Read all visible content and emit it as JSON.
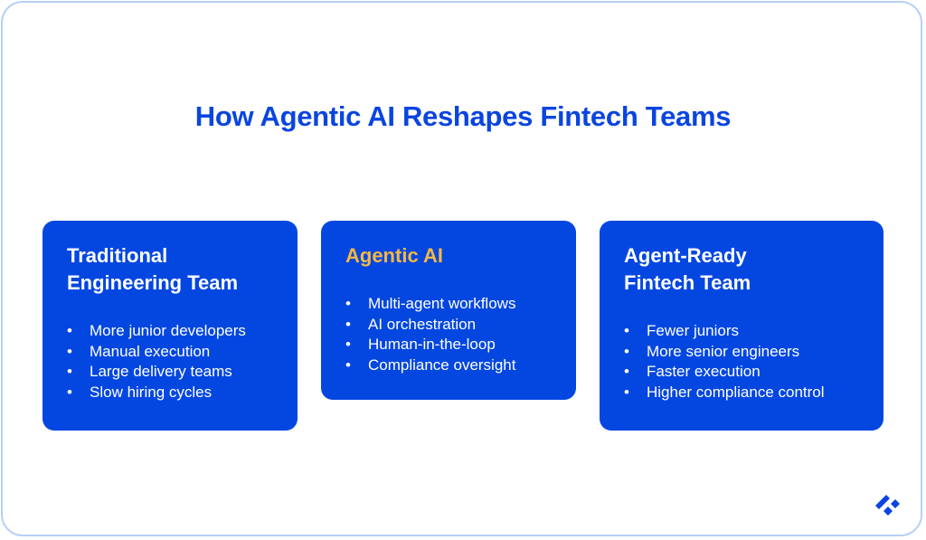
{
  "title": "How Agentic AI Reshapes Fintech Teams",
  "colors": {
    "title": "#0a45e0",
    "card_background": "#0447e0",
    "card_text": "#ffffff",
    "accent_heading": "#f6b744",
    "frame_border": "#b7d0f5"
  },
  "cards": [
    {
      "heading": "Traditional\nEngineering Team",
      "items": [
        "More junior developers",
        "Manual execution",
        "Large delivery teams",
        "Slow hiring cycles"
      ]
    },
    {
      "heading": "Agentic AI",
      "items": [
        "Multi-agent workflows",
        "AI orchestration",
        "Human-in-the-loop",
        "Compliance oversight"
      ]
    },
    {
      "heading": "Agent-Ready\nFintech Team",
      "items": [
        "Fewer juniors",
        "More senior engineers",
        "Faster execution",
        "Higher compliance control"
      ]
    }
  ],
  "bullet": "•",
  "logo": {
    "icon": "brand-logo-icon"
  }
}
